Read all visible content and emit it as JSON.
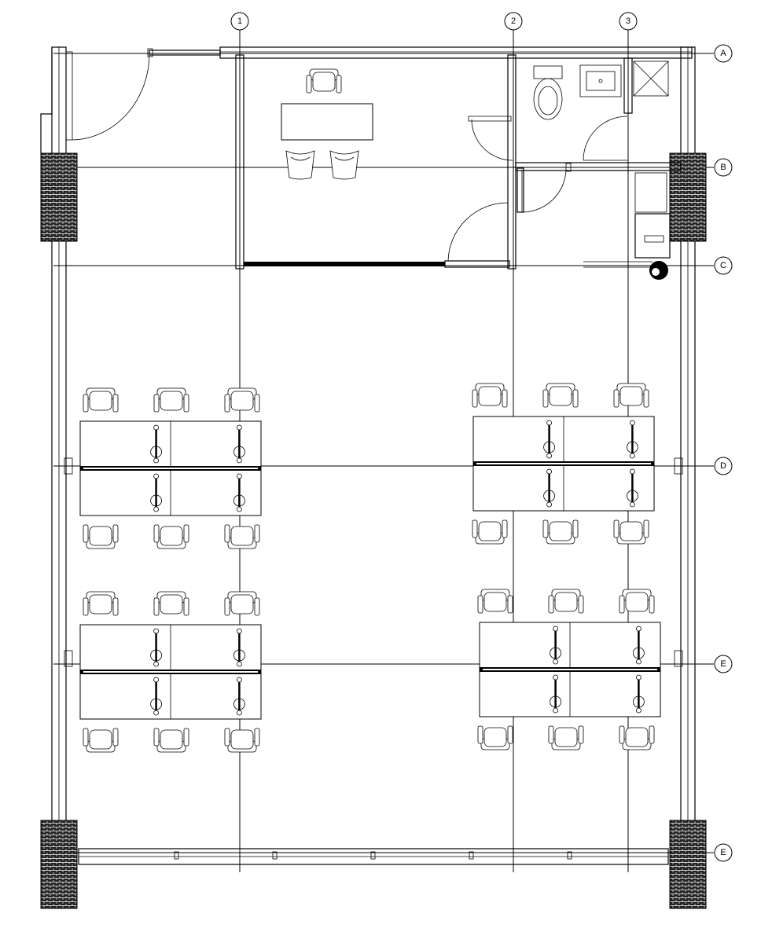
{
  "grid": {
    "columns": [
      "1",
      "2",
      "3"
    ],
    "rows": [
      "A",
      "B",
      "C",
      "D",
      "E",
      "E"
    ]
  }
}
